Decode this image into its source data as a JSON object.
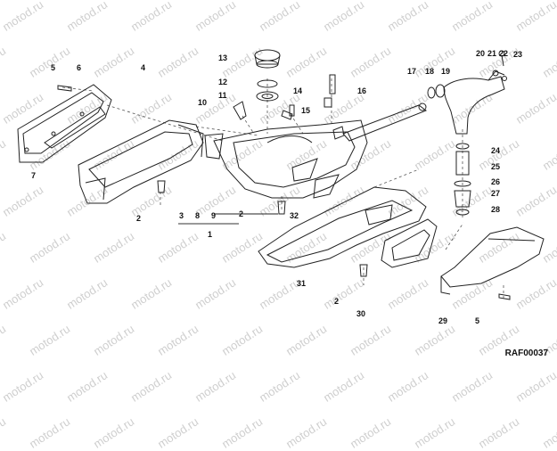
{
  "watermark_text": "motod.ru",
  "drawing_code": "RAF00037",
  "callouts": [
    "1",
    "2",
    "3",
    "4",
    "5",
    "6",
    "7",
    "8",
    "9",
    "10",
    "11",
    "12",
    "13",
    "14",
    "15",
    "16",
    "17",
    "18",
    "19",
    "20",
    "21",
    "22",
    "23",
    "24",
    "25",
    "26",
    "27",
    "28",
    "29",
    "30",
    "31",
    "32"
  ],
  "callout_2_extra": [
    "2",
    "2"
  ],
  "callout_5_extra": [
    "5"
  ]
}
